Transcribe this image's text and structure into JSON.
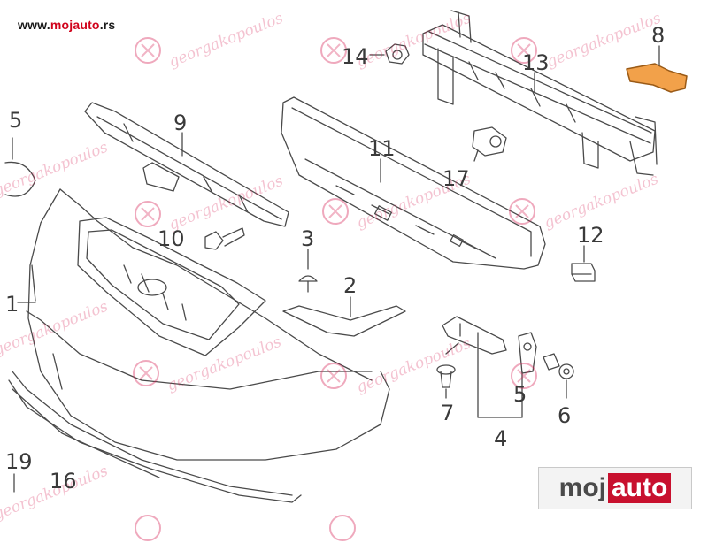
{
  "site": {
    "url_prefix": "www.",
    "url_accent": "mojauto",
    "url_suffix": ".rs"
  },
  "diagram": {
    "colors": {
      "line": "#4a4a4a",
      "highlight": "#f2a14a",
      "highlight_stroke": "#9a5a16",
      "watermark": "#d6285a"
    },
    "callouts": {
      "n1": "1",
      "n2": "2",
      "n3": "3",
      "n4": "4",
      "n5a": "5",
      "n5b": "5",
      "n6": "6",
      "n7": "7",
      "n8": "8",
      "n9": "9",
      "n10": "10",
      "n11": "11",
      "n12": "12",
      "n13": "13",
      "n14": "14",
      "n16": "16",
      "n17": "17",
      "n19": "19"
    }
  },
  "watermark": {
    "text": "georgakopoulos"
  },
  "logo": {
    "part_a": "moj",
    "part_b": "auto"
  }
}
